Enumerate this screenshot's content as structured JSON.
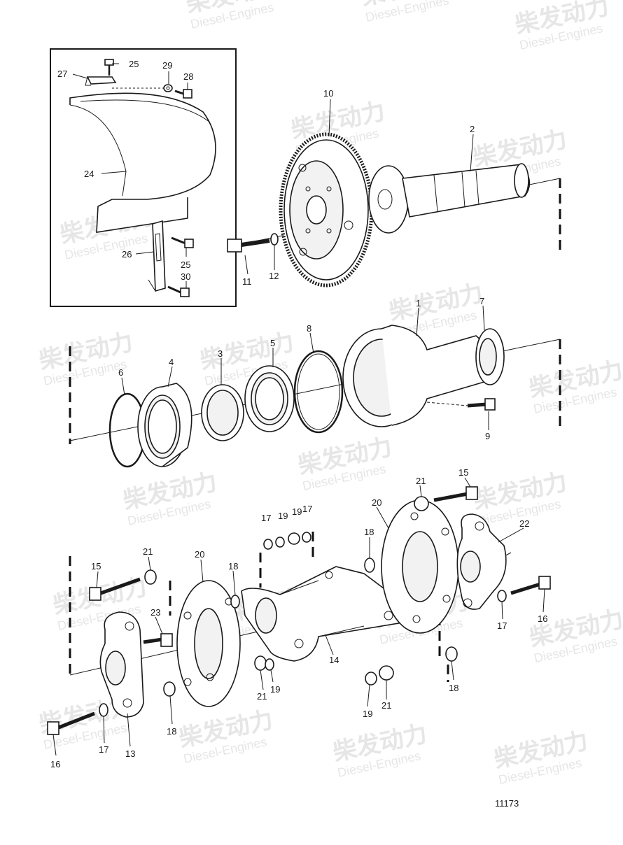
{
  "watermark": {
    "brand_cn": "柴发动力",
    "brand_en": "Diesel-Engines"
  },
  "drawing_number": "11173",
  "callouts": {
    "c1": "1",
    "c2": "2",
    "c3": "3",
    "c4": "4",
    "c5": "5",
    "c6": "6",
    "c7": "7",
    "c8": "8",
    "c9": "9",
    "c10": "10",
    "c11": "11",
    "c12": "12",
    "c13": "13",
    "c14": "14",
    "c15a": "15",
    "c15b": "15",
    "c16a": "16",
    "c16b": "16",
    "c17a": "17",
    "c17b": "17",
    "c17c": "17",
    "c17d": "17",
    "c18a": "18",
    "c18b": "18",
    "c18c": "18",
    "c18d": "18",
    "c19a": "19",
    "c19b": "19",
    "c19c": "19",
    "c19d": "19",
    "c20a": "20",
    "c20b": "20",
    "c21a": "21",
    "c21b": "21",
    "c21c": "21",
    "c21d": "21",
    "c22": "22",
    "c23": "23",
    "c24": "24",
    "c25a": "25",
    "c25b": "25",
    "c26": "26",
    "c27": "27",
    "c28": "28",
    "c29": "29",
    "c30": "30"
  }
}
